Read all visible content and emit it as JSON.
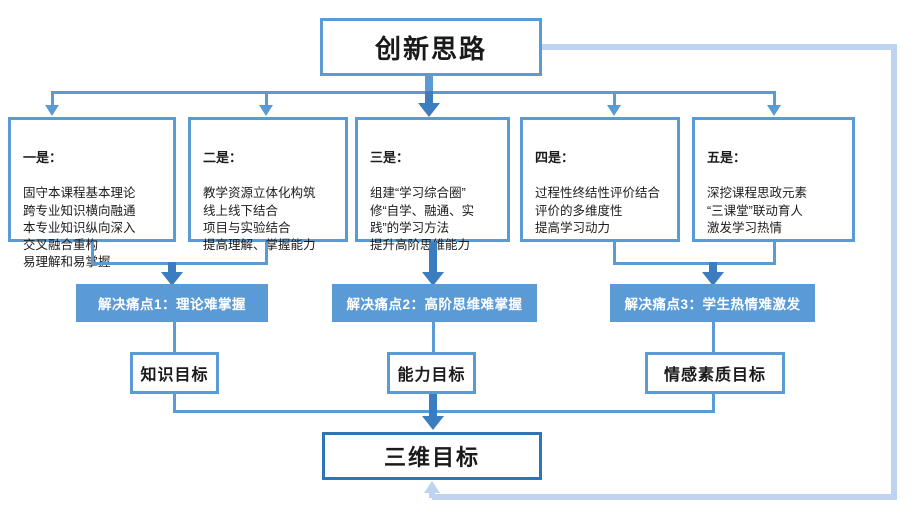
{
  "diagram": {
    "root": {
      "label": "创新思路"
    },
    "items": [
      {
        "head": "一是：",
        "body": "固守本课程基本理论\n跨专业知识横向融通\n本专业知识纵向深入\n交叉融合重构\n易理解和易掌握"
      },
      {
        "head": "二是：",
        "body": "教学资源立体化构筑\n线上线下结合\n项目与实验结合\n提高理解、掌握能力"
      },
      {
        "head": "三是：",
        "body": "组建“学习综合圈”\n修“自学、融通、实\n践”的学习方法\n提升高阶思维能力"
      },
      {
        "head": "四是：",
        "body": "过程性终结性评价结合\n评价的多维度性\n提高学习动力"
      },
      {
        "head": "五是：",
        "body": "深挖课程思政元素\n“三课堂”联动育人\n激发学习热情"
      }
    ],
    "banners": [
      {
        "label": "解决痛点1：理论难掌握"
      },
      {
        "label": "解决痛点2：高阶思维难掌握"
      },
      {
        "label": "解决痛点3：学生热情难激发"
      }
    ],
    "goals": [
      {
        "label": "知识目标"
      },
      {
        "label": "能力目标"
      },
      {
        "label": "情感素质目标"
      }
    ],
    "final": {
      "label": "三维目标"
    },
    "colors": {
      "accent": "#5b9bd5",
      "accent_dark": "#2e75b6",
      "banner_fill": "#5b9bd5",
      "banner_text": "#ffffff",
      "loop_line": "#bdd3ee",
      "box_fill": "#ffffff",
      "text": "#1a1a1a"
    }
  }
}
